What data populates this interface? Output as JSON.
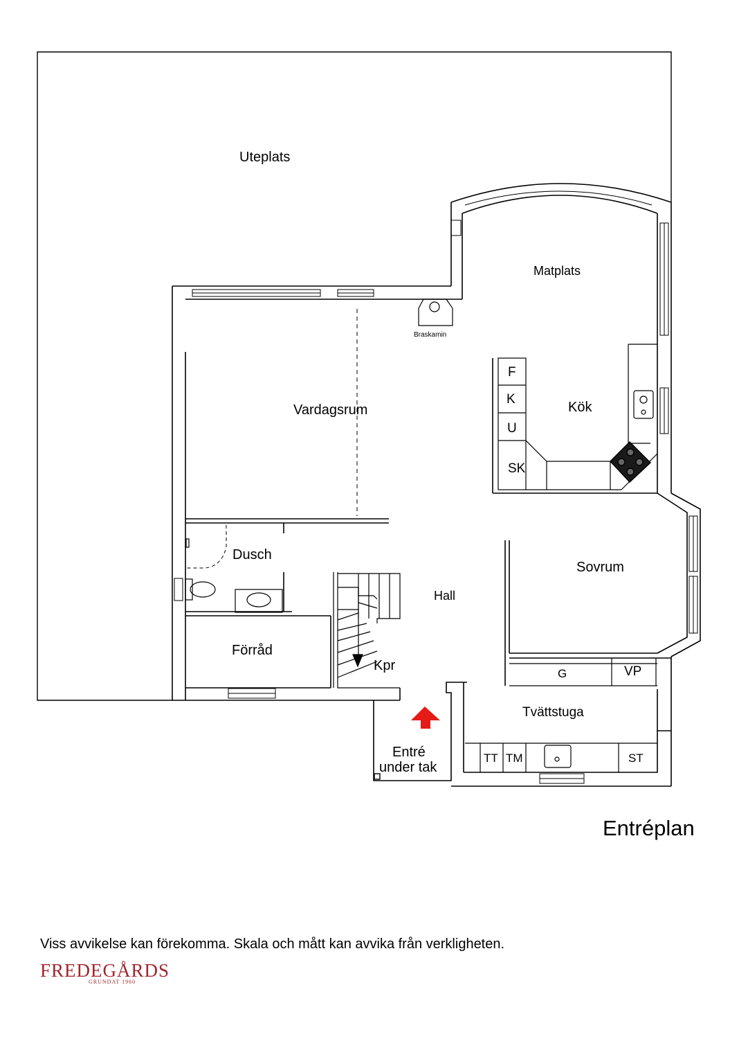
{
  "plan_title": "Entréplan",
  "disclaimer": "Viss avvikelse kan förekomma. Skala och mått kan avvika från verkligheten.",
  "brand": {
    "name": "FREDEGÅRDS",
    "tagline": "GRUNDAT 1960",
    "color": "#a0262e"
  },
  "entry_arrow_color": "#e41b17",
  "rooms": {
    "uteplats": "Uteplats",
    "matplats": "Matplats",
    "braskamin": "Braskamin",
    "vardagsrum": "Vardagsrum",
    "kok": "Kök",
    "dusch": "Dusch",
    "sovrum": "Sovrum",
    "hall": "Hall",
    "forrad": "Förråd",
    "kpr": "Kpr",
    "tvattstuga": "Tvättstuga",
    "entre_line1": "Entré",
    "entre_line2": "under tak"
  },
  "fixtures": {
    "f": "F",
    "k": "K",
    "u": "U",
    "sk": "SK",
    "g": "G",
    "vp": "VP",
    "tt": "TT",
    "tm": "TM",
    "st": "ST"
  }
}
